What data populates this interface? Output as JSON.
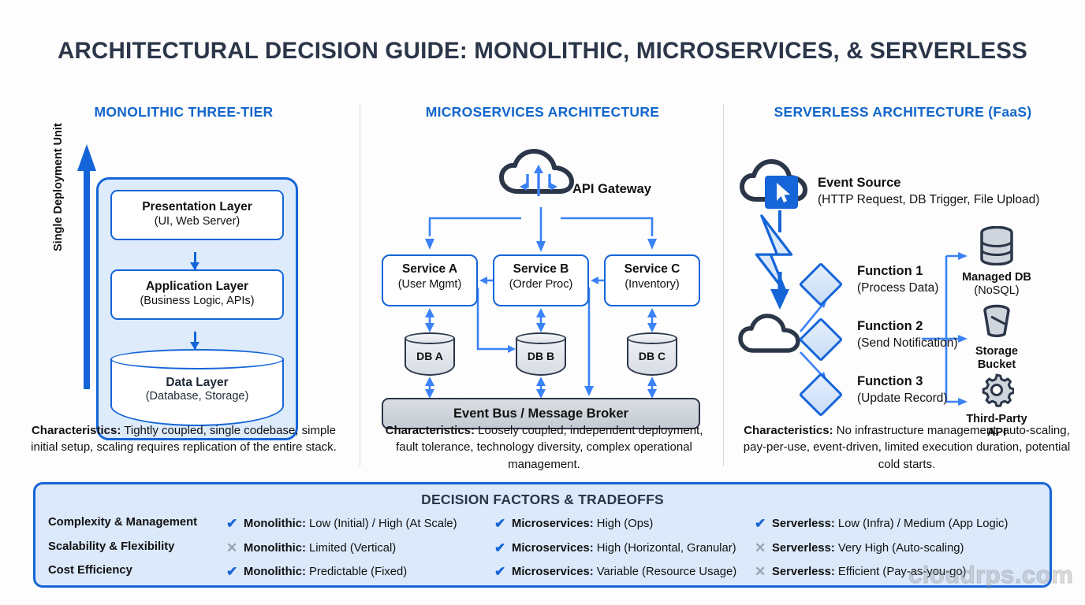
{
  "title": "ARCHITECTURAL DECISION GUIDE: MONOLITHIC, MICROSERVICES, & SERVERLESS",
  "colors": {
    "accent_blue": "#1565d8",
    "title_navy": "#2b3649",
    "panel_bg": "#dbe9fb",
    "mono_box_bg": "#ddebfb",
    "db_gray": "#d8dde4",
    "mark_ok": "#1565d8",
    "mark_no": "#9aa3ad"
  },
  "monolithic": {
    "heading": "MONOLITHIC THREE-TIER",
    "deployment_label": "Single Deployment Unit",
    "tiers": [
      {
        "name": "Presentation Layer",
        "detail": "(UI, Web Server)"
      },
      {
        "name": "Application Layer",
        "detail": "(Business Logic, APIs)"
      },
      {
        "name": "Data Layer",
        "detail": "(Database, Storage)"
      }
    ],
    "characteristics_label": "Characteristics:",
    "characteristics_text": " Tightly coupled, single codebase, simple initial setup, scaling requires replication of the entire stack."
  },
  "microservices": {
    "heading": "MICROSERVICES ARCHITECTURE",
    "gateway_label": "API Gateway",
    "services": [
      {
        "name": "Service A",
        "detail": "(User Mgmt)"
      },
      {
        "name": "Service B",
        "detail": "(Order Proc)"
      },
      {
        "name": "Service C",
        "detail": "(Inventory)"
      }
    ],
    "databases": [
      "DB A",
      "DB B",
      "DB C"
    ],
    "event_bus": "Event Bus / Message Broker",
    "characteristics_label": "Characteristics:",
    "characteristics_text": " Loosely coupled, independent deployment, fault tolerance, technology diversity, complex operational management."
  },
  "serverless": {
    "heading": "SERVERLESS ARCHITECTURE (FaaS)",
    "event_source_title": "Event Source",
    "event_source_detail": "(HTTP Request, DB Trigger, File Upload)",
    "functions": [
      {
        "name": "Function 1",
        "detail": "(Process Data)"
      },
      {
        "name": "Function 2",
        "detail": "(Send Notification)"
      },
      {
        "name": "Function 3",
        "detail": "(Update Record)"
      }
    ],
    "resources": [
      {
        "label": "Managed DB",
        "sub": "(NoSQL)",
        "icon": "database-icon"
      },
      {
        "label": "Storage",
        "sub": "Bucket",
        "icon": "bucket-icon"
      },
      {
        "label": "Third-Party",
        "sub": "API",
        "icon": "gear-icon"
      }
    ],
    "characteristics_label": "Characteristics:",
    "characteristics_text": " No infrastructure management, auto-scaling, pay-per-use, event-driven, limited execution duration, potential cold starts."
  },
  "decision_panel": {
    "title": "DECISION FACTORS & TRADEOFFS",
    "rows": [
      {
        "factor": "Complexity & Management",
        "mono": {
          "mark": "✔",
          "ok": true,
          "name": "Monolithic:",
          "value": " Low (Initial) / High (At Scale)"
        },
        "micro": {
          "mark": "✔",
          "ok": true,
          "name": "Microservices:",
          "value": " High (Ops)"
        },
        "serverless": {
          "mark": "✔",
          "ok": true,
          "name": "Serverless:",
          "value": " Low (Infra) / Medium (App Logic)"
        }
      },
      {
        "factor": "Scalability & Flexibility",
        "mono": {
          "mark": "✕",
          "ok": false,
          "name": "Monolithic:",
          "value": " Limited (Vertical)"
        },
        "micro": {
          "mark": "✔",
          "ok": true,
          "name": "Microservices:",
          "value": " High (Horizontal, Granular)"
        },
        "serverless": {
          "mark": "✕",
          "ok": false,
          "name": "Serverless:",
          "value": " Very High (Auto-scaling)"
        }
      },
      {
        "factor": "Cost Efficiency",
        "mono": {
          "mark": "✔",
          "ok": true,
          "name": "Monolithic:",
          "value": " Predictable (Fixed)"
        },
        "micro": {
          "mark": "✔",
          "ok": true,
          "name": "Microservices:",
          "value": " Variable (Resource Usage)"
        },
        "serverless": {
          "mark": "✕",
          "ok": false,
          "name": "Serverless:",
          "value": " Efficient (Pay-as-you-go)"
        }
      }
    ]
  },
  "watermark": "cloudrps.com"
}
